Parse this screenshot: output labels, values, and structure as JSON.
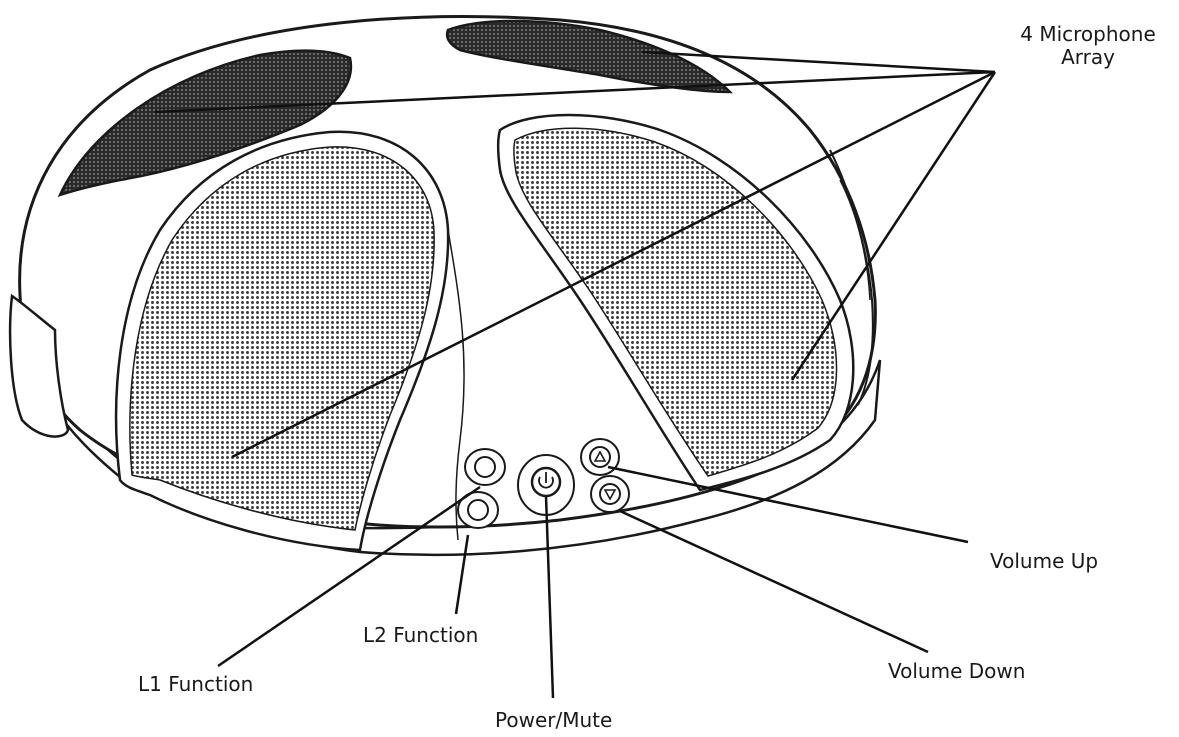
{
  "labels": {
    "mic_array_line1": "4 Microphone",
    "mic_array_line2": "Array",
    "volume_up": "Volume Up",
    "volume_down": "Volume Down",
    "l1_function": "L1 Function",
    "l2_function": "L2 Function",
    "power_mute": "Power/Mute"
  },
  "colors": {
    "outline": "#1a1a1a",
    "body_fill": "#ffffff",
    "grille_fill": "#6e6e6e",
    "background": "#ffffff"
  },
  "icons": {
    "l1_button": "L1-glyph",
    "l2_button": "L2-glyph",
    "power_button": "power-icon",
    "volume_up_button": "triangle-up-icon",
    "volume_down_button": "triangle-down-icon"
  }
}
